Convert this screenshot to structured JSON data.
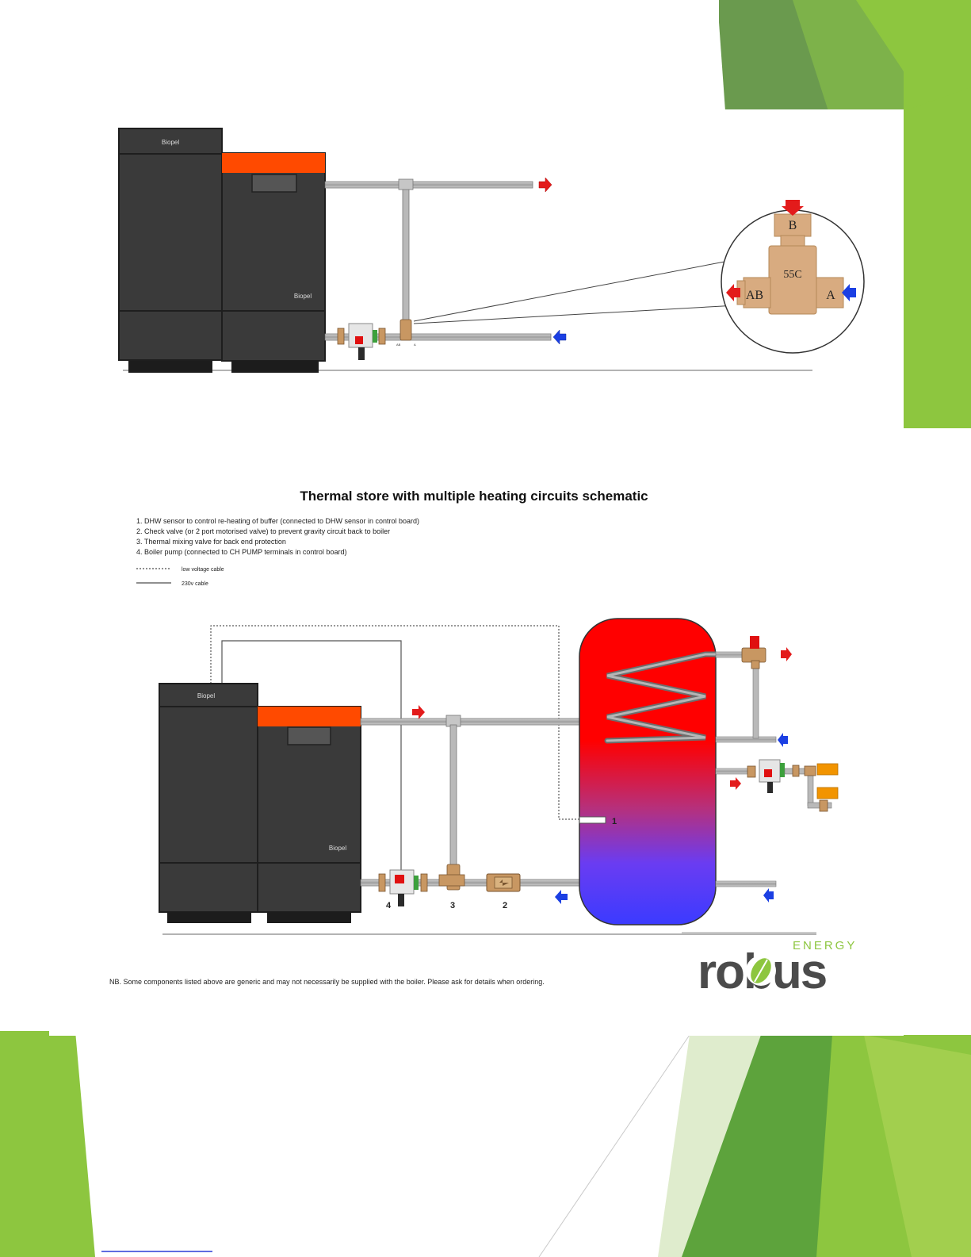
{
  "colors": {
    "accent_green": "#8dc63f",
    "dark_green": "#3f8a3a",
    "boiler_body": "#3a3a3a",
    "boiler_edge": "#222222",
    "boiler_accent": "#ff4a00",
    "pipe": "#b9b9b9",
    "brass": "#d7a97f",
    "arrow_hot": "#e31b1b",
    "arrow_cold": "#1b3fe3"
  },
  "icons": [
    "mixing-valve-icon",
    "pump-icon",
    "check-valve-icon",
    "sensor-icon",
    "flow-arrow-icon",
    "robus-leaf-logo"
  ],
  "top_diagram": {
    "boiler_left_label": "Biopel",
    "boiler_right_label": "Biopel",
    "valve_callout": {
      "port_b": "B",
      "setpoint": "55C",
      "port_ab": "AB",
      "port_a": "A"
    },
    "valve_small_labels": {
      "left": "AB",
      "right": "A"
    }
  },
  "bottom_diagram": {
    "title": "Thermal store with multiple heating circuits schematic",
    "notes": [
      "1. DHW sensor to control re-heating of buffer (connected to DHW sensor in control board)",
      "2. Check valve (or 2 port motorised valve) to prevent gravity circuit back to boiler",
      "3. Thermal mixing valve for back end protection",
      "4. Boiler pump (connected to CH PUMP terminals in control board)"
    ],
    "legend": {
      "low_voltage": "low voltage cable",
      "mains": "230v cable"
    },
    "boiler_left_label": "Biopel",
    "boiler_right_label": "Biopel",
    "component_numbers": {
      "sensor": "1",
      "check_valve": "2",
      "mixing_valve": "3",
      "pump": "4"
    },
    "footnote": "NB. Some components listed above are generic and may not necessarily be supplied with the boiler. Please ask for details when ordering."
  },
  "logo": {
    "word": "robus",
    "sub": "ENERGY"
  }
}
